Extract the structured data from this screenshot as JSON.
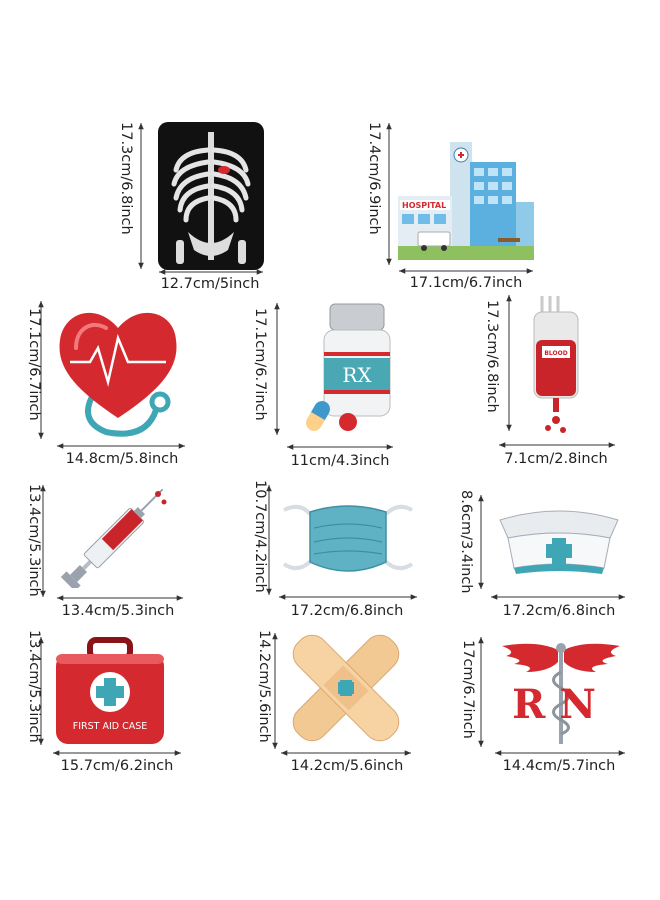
{
  "items": [
    {
      "id": "xray",
      "width_label": "12.7cm/5inch",
      "height_label": "17.3cm/6.8inch"
    },
    {
      "id": "hospital",
      "width_label": "17.1cm/6.7inch",
      "height_label": "17.4cm/6.9inch",
      "sign_text": "HOSPITAL"
    },
    {
      "id": "heart",
      "width_label": "14.8cm/5.8inch",
      "height_label": "17.1cm/6.7inch"
    },
    {
      "id": "pill-bottle",
      "width_label": "11cm/4.3inch",
      "height_label": "17.1cm/6.7inch",
      "label_text": "RX"
    },
    {
      "id": "blood-bag",
      "width_label": "7.1cm/2.8inch",
      "height_label": "17.3cm/6.8inch",
      "label_text": "BLOOD"
    },
    {
      "id": "syringe",
      "width_label": "13.4cm/5.3inch",
      "height_label": "13.4cm/5.3inch"
    },
    {
      "id": "mask",
      "width_label": "17.2cm/6.8inch",
      "height_label": "10.7cm/4.2inch"
    },
    {
      "id": "nurse-cap",
      "width_label": "17.2cm/6.8inch",
      "height_label": "8.6cm/3.4inch"
    },
    {
      "id": "first-aid",
      "width_label": "15.7cm/6.2inch",
      "height_label": "13.4cm/5.3inch",
      "label_text": "FIRST AID CASE"
    },
    {
      "id": "bandage",
      "width_label": "14.2cm/5.6inch",
      "height_label": "14.2cm/5.6inch"
    },
    {
      "id": "rn-caduceus",
      "width_label": "14.4cm/5.7inch",
      "height_label": "17cm/6.7inch",
      "label_text": "RN"
    }
  ],
  "colors": {
    "red": "#d42a2f",
    "teal": "#3ea6b5",
    "dark": "#1a1a1a",
    "line": "#333333"
  }
}
